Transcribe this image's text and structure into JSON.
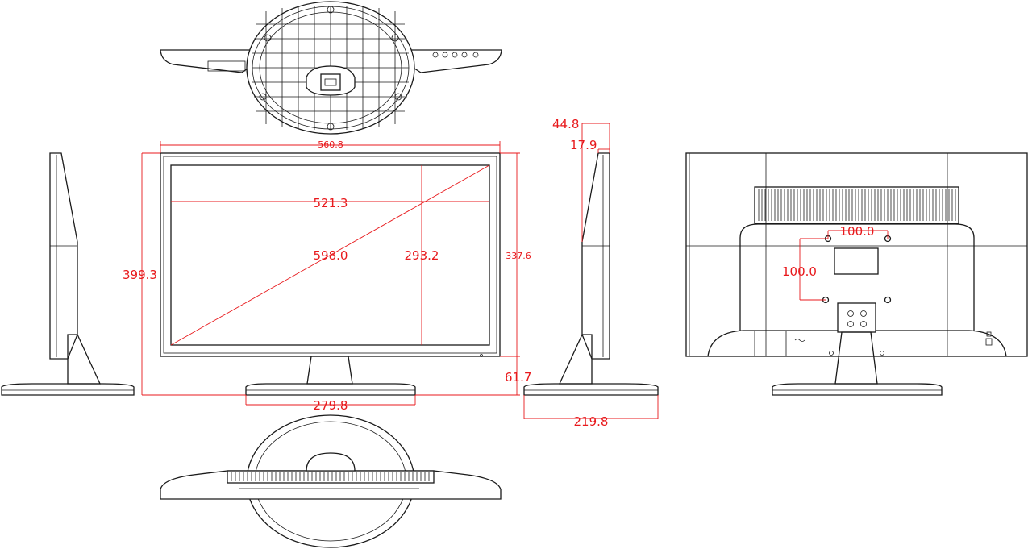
{
  "dimensions": {
    "overall_width": "560.8",
    "screen_width": "521.3",
    "diagonal": "598.0",
    "screen_height": "293.2",
    "bezel_height": "337.6",
    "overall_height": "399.3",
    "stand_height": "61.7",
    "base_width": "279.8",
    "depth_total": "44.8",
    "depth_panel": "17.9",
    "base_depth": "219.8",
    "vesa_horizontal": "100.0",
    "vesa_vertical": "100.0"
  },
  "colors": {
    "line": "#1a1a1a",
    "dimension": "#e8191c",
    "background": "#ffffff"
  }
}
